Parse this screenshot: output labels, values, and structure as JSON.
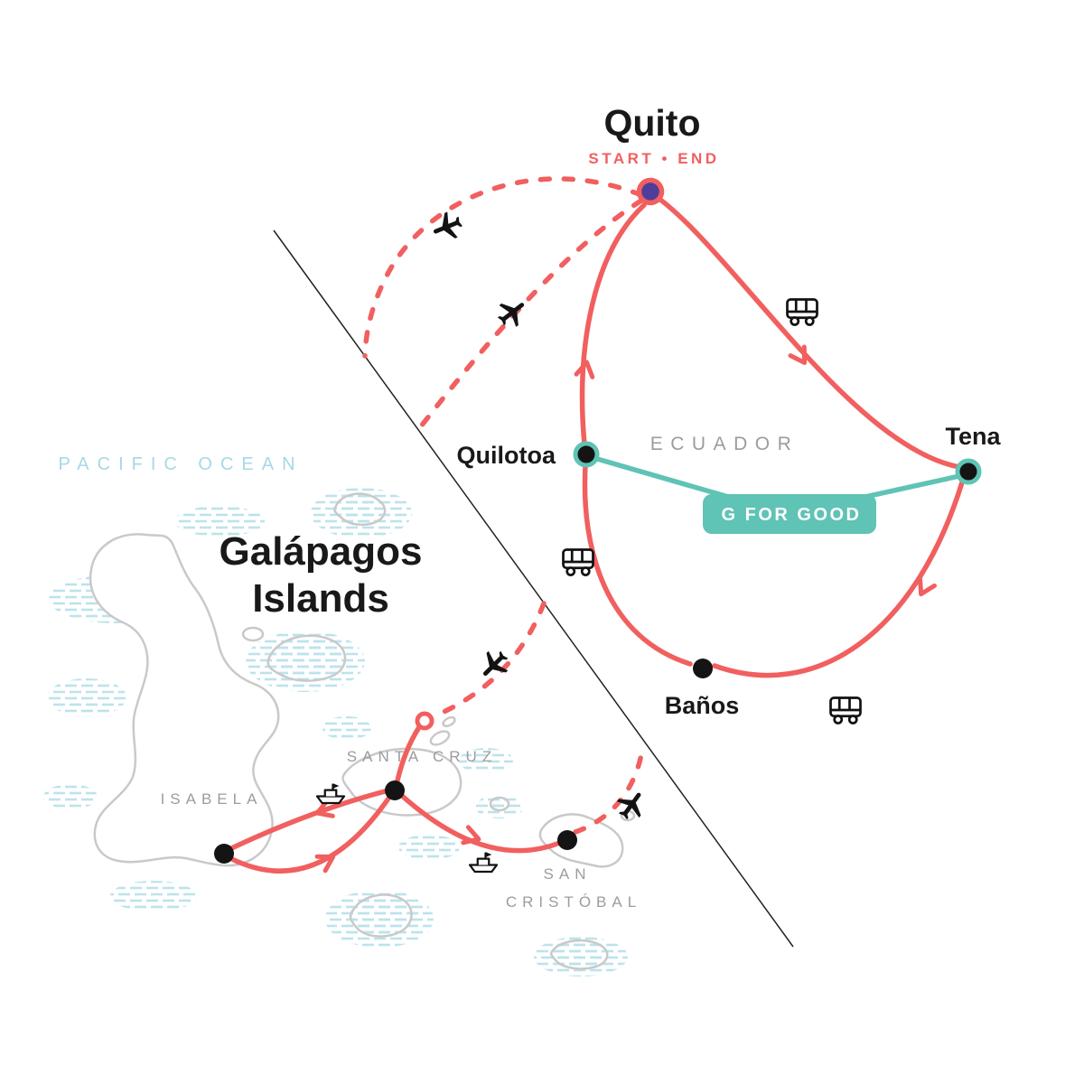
{
  "map": {
    "start_end_label": "START • END",
    "country_label": "ECUADOR",
    "ocean_label": "PACIFIC OCEAN",
    "archipelago_title": [
      "Galápagos",
      "Islands"
    ],
    "gforgood_badge_label": "G FOR GOOD"
  },
  "stops": {
    "quito": {
      "label": "Quito",
      "type": "start-end"
    },
    "quilotoa": {
      "label": "Quilotoa"
    },
    "tena": {
      "label": "Tena"
    },
    "banos": {
      "label": "Baños"
    },
    "isabela": {
      "label": "ISABELA"
    },
    "santa_cruz": {
      "label": "SANTA CRUZ"
    },
    "san_cristobal": {
      "label_line1": "SAN",
      "label_line2": "CRISTÓBAL"
    }
  },
  "icons": {
    "plane": {
      "name": "plane-icon",
      "glyph": "✈"
    },
    "bus": {
      "name": "bus-icon",
      "glyph": "🚌"
    },
    "boat": {
      "name": "boat-icon",
      "glyph": "⛴"
    }
  },
  "colors": {
    "route_red": "#F15F5F",
    "teal": "#5FC3B5",
    "start_dot": "#4E3D9B",
    "stop_dot": "#141414",
    "label_gray": "#9C9C9C",
    "ocean_blue": "#A5D9E6",
    "hatch_teal": "#BCE3EC",
    "island_outline": "#C9C9C9",
    "text_dark": "#191919",
    "badge_text": "#FFFFFF",
    "background": "#FFFFFF"
  }
}
